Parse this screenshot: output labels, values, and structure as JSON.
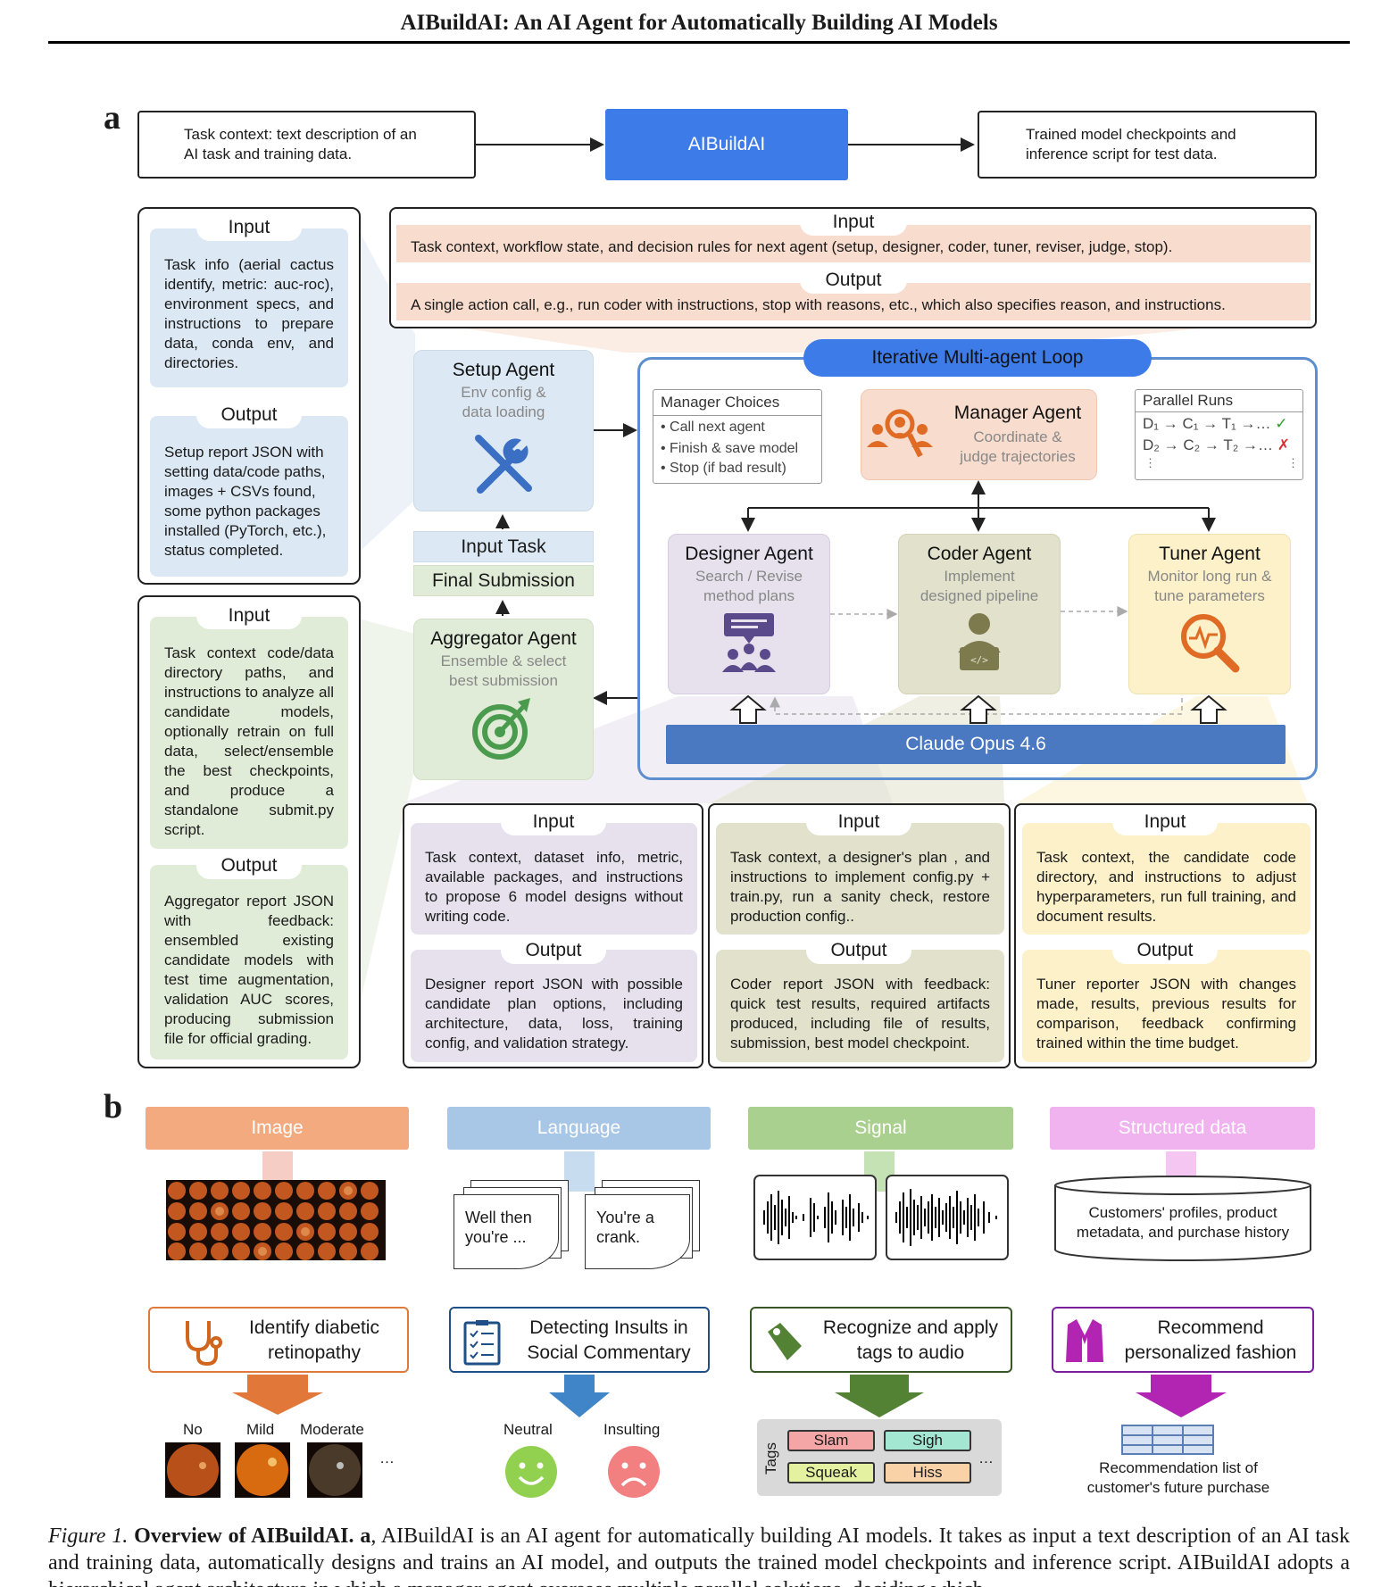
{
  "header": {
    "title": "AIBuildAI: An AI Agent for Automatically Building AI Models"
  },
  "panel_a": {
    "label": "a",
    "top_input": "Task context: text description of an AI task and training data.",
    "center": "AIBuildAI",
    "top_output": "Trained model checkpoints and inference script for test data.",
    "manager_io": {
      "input_title": "Input",
      "input_text": "Task context, workflow state, and decision rules for next agent (setup, designer, coder, tuner, reviser, judge, stop).",
      "output_title": "Output",
      "output_text": "A single action call, e.g., run coder with instructions, stop with reasons, etc., which also specifies reason, and instructions."
    },
    "setup_io": {
      "input_title": "Input",
      "input_text": "Task info (aerial cactus identify, metric: auc-roc), environment specs, and instructions to prepare data, conda env, and directories.",
      "output_title": "Output",
      "output_text": "Setup report JSON with setting data/code paths, images + CSVs found, some python packages installed (PyTorch, etc.), status completed."
    },
    "aggregator_io": {
      "input_title": "Input",
      "input_text": "Task context code/data directory paths, and instructions to analyze all candidate models, optionally retrain on full data, select/ensemble the best checkpoints, and produce a standalone submit.py script.",
      "output_title": "Output",
      "output_text": "Aggregator report JSON with feedback: ensembled existing candidate models with test time augmentation, validation AUC scores, producing submission file for official grading."
    },
    "setup_agent": {
      "name": "Setup Agent",
      "sub": "Env config & data loading"
    },
    "input_task": "Input Task",
    "final_submission": "Final Submission",
    "aggregator_agent": {
      "name": "Aggregator Agent",
      "sub": "Ensemble & select best submission"
    },
    "loop_title": "Iterative Multi-agent Loop",
    "manager_choices": {
      "title": "Manager Choices",
      "items": [
        "• Call next agent",
        "• Finish & save model",
        "• Stop (if bad result)"
      ]
    },
    "manager_agent": {
      "name": "Manager Agent",
      "sub": "Coordinate & judge trajectories"
    },
    "parallel_runs": {
      "title": "Parallel Runs",
      "rows": [
        "D₁ → C₁ → T₁ →…",
        "D₂ → C₂ → T₂ →…"
      ],
      "marks": [
        "✓",
        "✗"
      ],
      "ellipsis": "⋮"
    },
    "designer_agent": {
      "name": "Designer Agent",
      "sub": "Search / Revise method plans"
    },
    "coder_agent": {
      "name": "Coder Agent",
      "sub": "Implement designed pipeline"
    },
    "tuner_agent": {
      "name": "Tuner Agent",
      "sub": "Monitor long run & tune parameters"
    },
    "llm": "Claude Opus 4.6",
    "designer_io": {
      "input_title": "Input",
      "input_text": "Task context, dataset info, metric, available packages, and instructions to propose 6 model designs without writing code.",
      "output_title": "Output",
      "output_text": "Designer report JSON with possible candidate plan options, including architecture, data, loss, training config, and validation strategy."
    },
    "coder_io": {
      "input_title": "Input",
      "input_text": "Task context, a designer's plan , and instructions to implement config.py + train.py, run a sanity check, restore production config..",
      "output_title": "Output",
      "output_text": "Coder report JSON with feedback: quick test results, required artifacts produced, including file of results, submission, best model checkpoint."
    },
    "tuner_io": {
      "input_title": "Input",
      "input_text": "Task context, the candidate code directory, and instructions to adjust hyperparameters, run full training, and document results.",
      "output_title": "Output",
      "output_text": "Tuner reporter JSON with changes made, results, previous results for comparison, feedback confirming trained within the time budget."
    }
  },
  "panel_b": {
    "label": "b",
    "columns": [
      {
        "category": "Image",
        "task": "Identify diabetic retinopathy",
        "color": "#f3aa7e",
        "outputs": [
          "No",
          "Mild",
          "Moderate"
        ],
        "ellipsis": "…"
      },
      {
        "category": "Language",
        "task": "Detecting Insults in Social Commentary",
        "color": "#a8c6e5",
        "docs": [
          "Well then you're ...",
          "You're a crank."
        ],
        "outputs": [
          "Neutral",
          "Insulting"
        ]
      },
      {
        "category": "Signal",
        "task": "Recognize and apply tags to audio",
        "color": "#a9d08e",
        "tags_label": "Tags",
        "tags": [
          "Slam",
          "Sigh",
          "Squeak",
          "Hiss"
        ],
        "ellipsis": "…"
      },
      {
        "category": "Structured data",
        "task": "Recommend personalized fashion",
        "color": "#f0b3f0",
        "db_text": "Customers' profiles, product metadata, and purchase history",
        "output": "Recommendation list of customer's future purchase"
      }
    ]
  },
  "caption": {
    "label": "Figure 1.",
    "bold": "Overview of AIBuildAI.",
    "a": "a",
    "text": ", AIBuildAI is an AI agent for automatically building AI models. It takes as input a text description of an AI task and training data, automatically designs and trains an AI model, and outputs the trained model checkpoints and inference script. AIBuildAI adopts a hierarchical agent architecture in which a manager agent oversees multiple parallel solutions, deciding which"
  }
}
